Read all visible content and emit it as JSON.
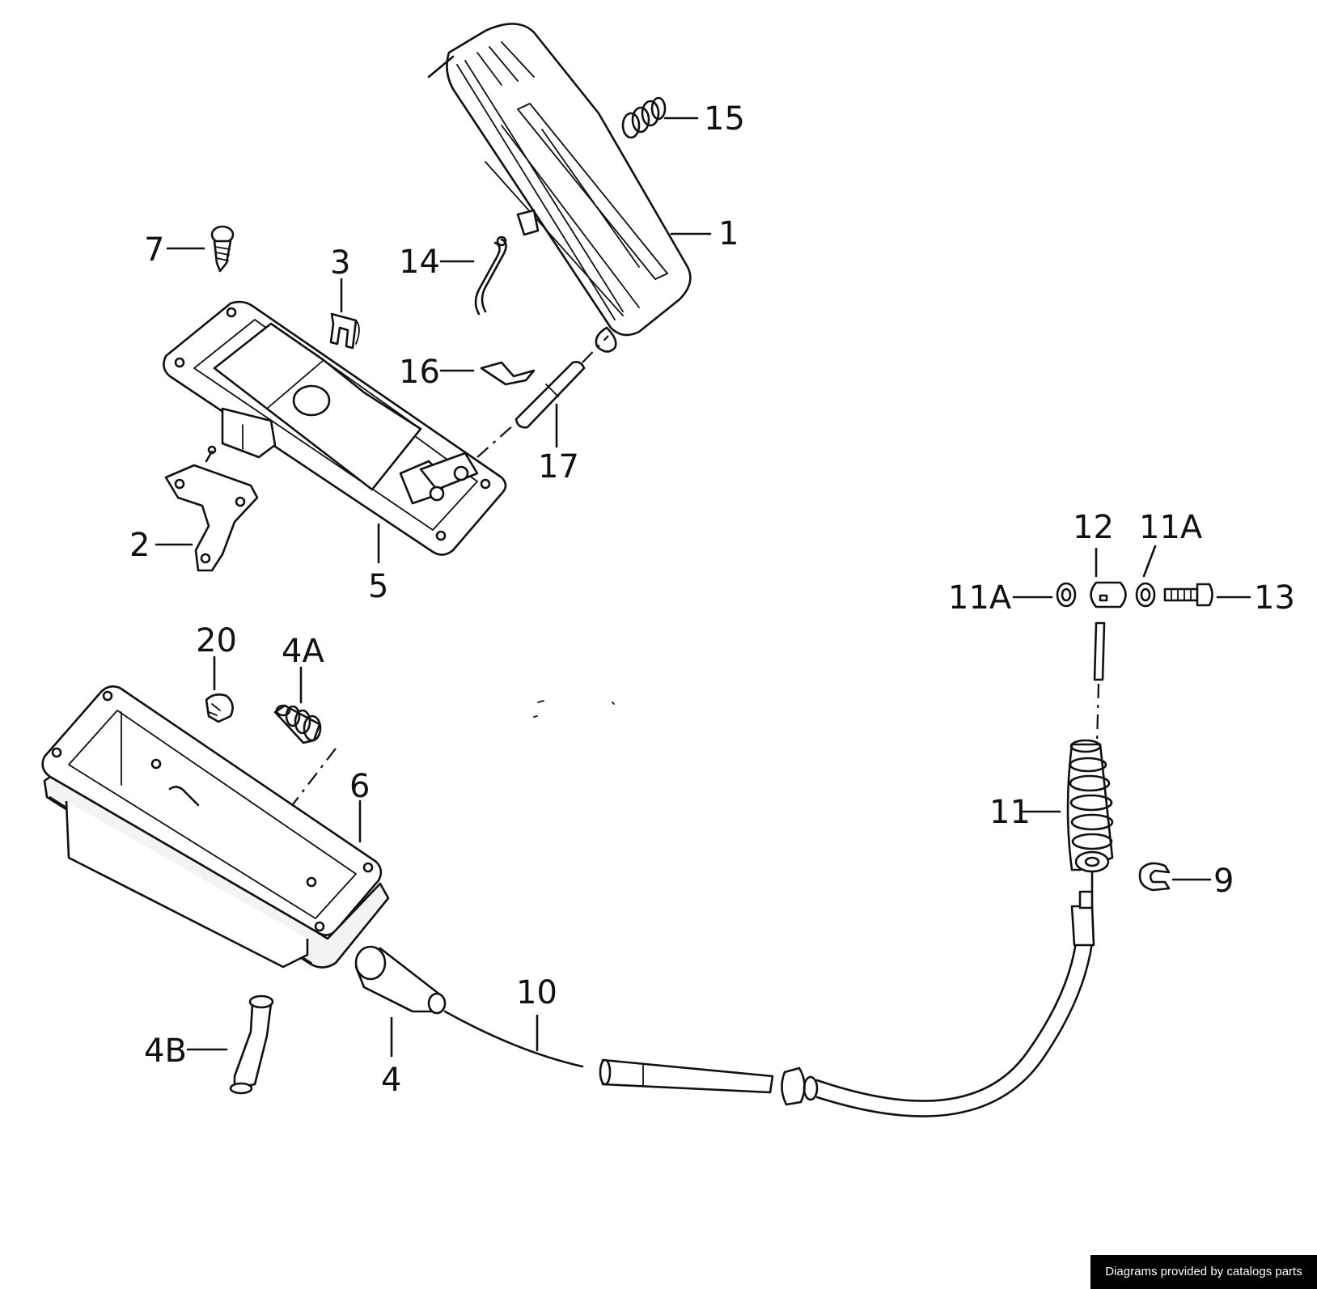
{
  "diagram": {
    "labels": [
      "1",
      "2",
      "3",
      "4",
      "4A",
      "4B",
      "5",
      "6",
      "7",
      "9",
      "10",
      "11",
      "11A",
      "11A",
      "12",
      "13",
      "14",
      "15",
      "16",
      "17",
      "20"
    ]
  },
  "footer": {
    "credit": "Diagrams provided by catalogs parts"
  }
}
